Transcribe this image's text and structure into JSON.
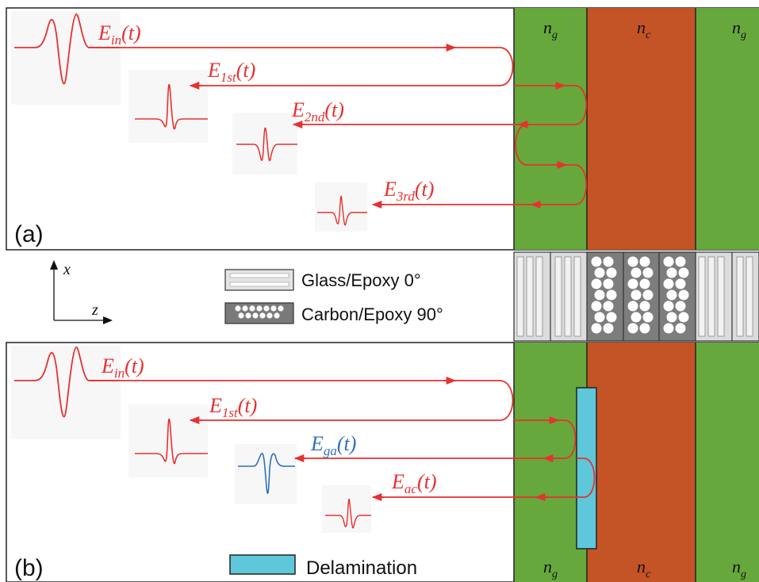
{
  "panel_a": {
    "label": "(a)",
    "layers": [
      "n",
      "g",
      "n",
      "c",
      "n",
      "g"
    ],
    "signals": [
      {
        "E": "E",
        "sub": "in",
        "t": "(t)"
      },
      {
        "E": "E",
        "sub": "1st",
        "t": "(t)"
      },
      {
        "E": "E",
        "sub": "2nd",
        "t": "(t)"
      },
      {
        "E": "E",
        "sub": "3rd",
        "t": "(t)"
      }
    ]
  },
  "panel_b": {
    "label": "(b)",
    "layers": [
      "n",
      "g",
      "n",
      "c",
      "n",
      "g"
    ],
    "signals": [
      {
        "E": "E",
        "sub": "in",
        "t": "(t)"
      },
      {
        "E": "E",
        "sub": "1st",
        "t": "(t)"
      },
      {
        "E": "E",
        "sub": "ga",
        "t": "(t)"
      },
      {
        "E": "E",
        "sub": "ac",
        "t": "(t)"
      }
    ]
  },
  "axes": {
    "x": "x",
    "z": "z"
  },
  "legend": {
    "glass": "Glass/Epoxy 0°",
    "carbon": "Carbon/Epoxy 90°",
    "delamination": "Delamination"
  },
  "colors": {
    "glass_layer": "#66a83b",
    "carbon_layer": "#c45325",
    "delamination": "#5ec8da",
    "signal_red": "#e8302f",
    "signal_blue": "#2f6fc0"
  }
}
